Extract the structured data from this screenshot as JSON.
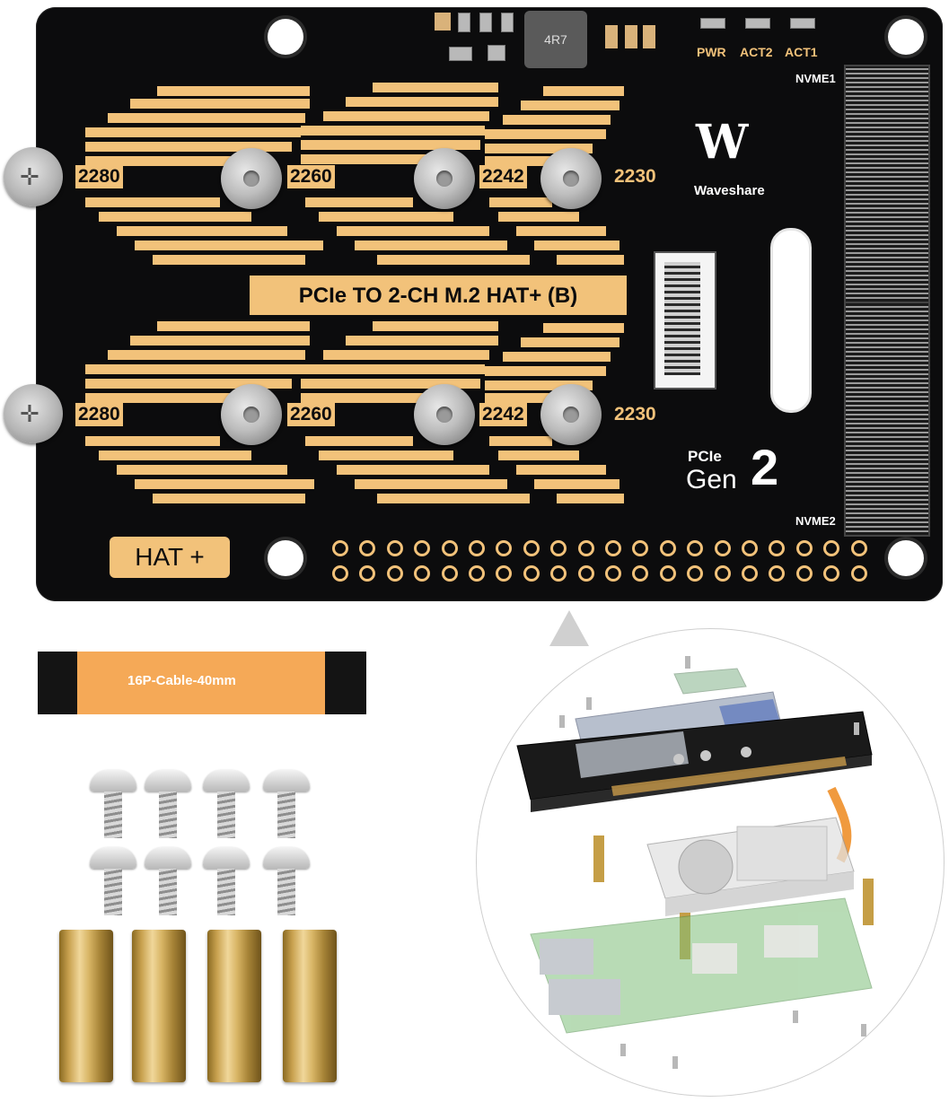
{
  "board": {
    "size_labels_top": [
      "2280",
      "2260",
      "2242",
      "2230"
    ],
    "size_labels_bottom": [
      "2280",
      "2260",
      "2242",
      "2230"
    ],
    "title": "PCIe TO 2-CH M.2 HAT+ (B)",
    "hat_label": "HAT +",
    "brand_logo": "W",
    "brand_name": "Waveshare",
    "led_labels": [
      "PWR",
      "ACT2",
      "ACT1"
    ],
    "nvme1": "NVME1",
    "nvme2": "NVME2",
    "pcie_label": "PCIe",
    "gen_label": "Gen",
    "gen_number": "2",
    "inductor_marking": "4R7"
  },
  "cable": {
    "label": "16P-Cable-40mm"
  },
  "parts": {
    "screw_count": 8,
    "standoff_count": 4
  },
  "colors": {
    "pcb": "#0c0c0d",
    "silkscreen_gold": "#f2c27a",
    "cable_orange": "#f5a957"
  }
}
